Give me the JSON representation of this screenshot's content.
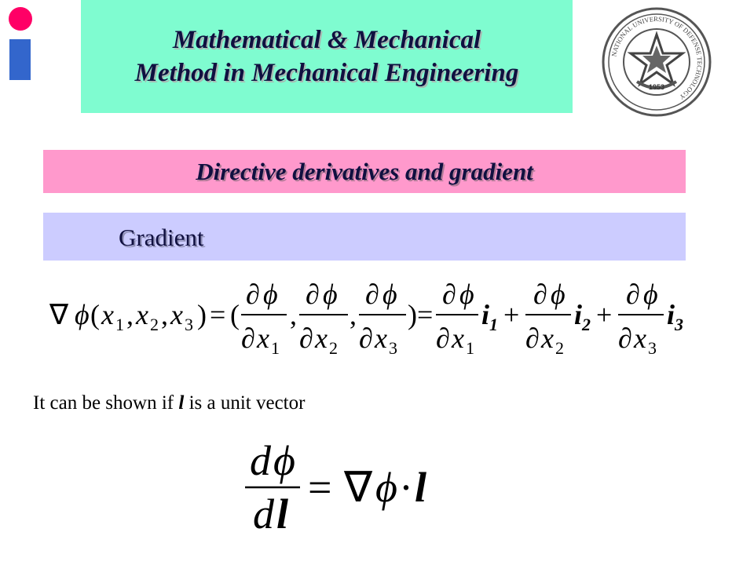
{
  "header": {
    "title_line1": "Mathematical & Mechanical",
    "title_line2": "Method in Mechanical Engineering",
    "emblem_text": "NATIONAL UNIVERSITY OF DEFENSE TECHNOLOGY",
    "emblem_year": "1953"
  },
  "section": {
    "title": "Directive  derivatives  and gradient",
    "subtitle": "Gradient"
  },
  "equation1": {
    "nabla": "∇",
    "phi": "ϕ",
    "partial": "∂",
    "x": "x",
    "lp": "(",
    "rp": ")",
    "comma": ",",
    "eq": "=",
    "plus": "+",
    "i": "i",
    "sub1": "1",
    "sub2": "2",
    "sub3": "3"
  },
  "statement": {
    "before": "It can be shown  if ",
    "var": "l",
    "after": " is a unit vector"
  },
  "equation2": {
    "d": "d",
    "phi": "ϕ",
    "l": "l",
    "eq": "=",
    "nabla": "∇",
    "dot": "·"
  },
  "colors": {
    "title_bg": "#7ffcd0",
    "section_bg": "#ff99cc",
    "subsection_bg": "#ccccff",
    "logo_red": "#ff0066",
    "logo_blue": "#3366cc",
    "text_dark": "#101040"
  }
}
